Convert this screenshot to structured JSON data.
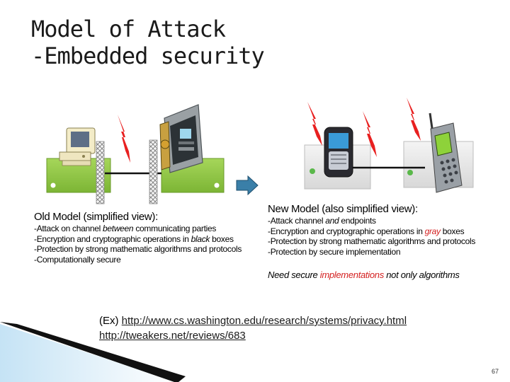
{
  "slide": {
    "title_line1": "Model of Attack",
    "title_line2": "-Embedded security",
    "page_number": "67"
  },
  "old_model": {
    "heading": "Old Model (simplified view):",
    "bullets": [
      {
        "pre": "-Attack on channel ",
        "em": "between",
        "post": " communicating parties"
      },
      {
        "pre": "-Encryption and cryptographic operations in ",
        "em": "black",
        "post": " boxes"
      },
      {
        "pre": "-Protection by strong mathematic algorithms and protocols",
        "em": "",
        "post": ""
      },
      {
        "pre": "-Computationally secure",
        "em": "",
        "post": ""
      }
    ]
  },
  "new_model": {
    "heading": "New Model (also simplified view):",
    "bullets": [
      {
        "pre": "-Attack channel ",
        "em": "and",
        "post": " endpoints"
      },
      {
        "pre": "-Encryption and cryptographic operations in ",
        "em": "gray",
        "post": " boxes"
      },
      {
        "pre": "-Protection by strong mathematic algorithms and protocols",
        "em": "",
        "post": ""
      },
      {
        "pre": "-Protection by secure implementation",
        "em": "",
        "post": ""
      }
    ],
    "need_pre": "Need secure ",
    "need_highlight": "implementations",
    "need_post": " not only algorithms"
  },
  "links": {
    "prefix": "(Ex) ",
    "link1": "http://www.cs.washington.edu/research/systems/privacy.html",
    "link2": "http://tweakers.net/reviews/683"
  },
  "colors": {
    "green_box": "#8cc63f",
    "gray_box": "#e8e8e8",
    "lightning": "#e82020",
    "arrow": "#3a7fa8",
    "highlight": "#d42020"
  }
}
